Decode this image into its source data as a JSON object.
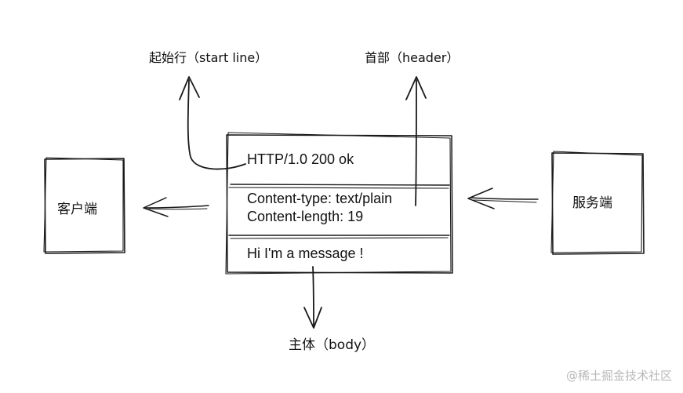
{
  "labels": {
    "start_line": "起始行（start line）",
    "header": "首部（header）",
    "body": "主体（body）"
  },
  "client": {
    "label": "客户端"
  },
  "server": {
    "label": "服务端"
  },
  "message": {
    "start_line": "HTTP/1.0  200   ok",
    "header_lines": [
      "Content-type: text/plain",
      "Content-length: 19"
    ],
    "body": "Hi I'm a message !"
  },
  "watermark": "@稀土掘金技术社区",
  "colors": {
    "ink": "#1a1a1a",
    "background": "#ffffff",
    "watermark": "#b8b8b8"
  }
}
